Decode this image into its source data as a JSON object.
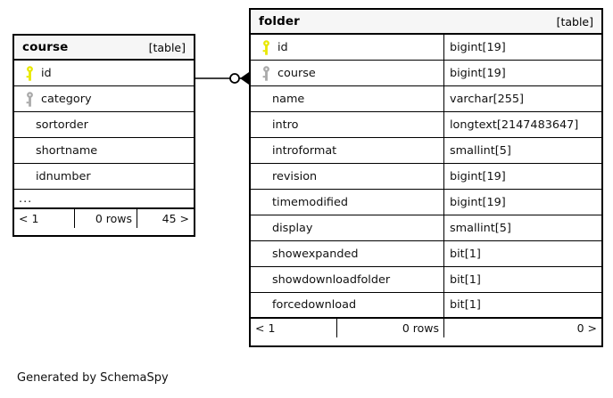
{
  "diagram": {
    "caption": "Generated by SchemaSpy",
    "colors": {
      "primary_key_icon": "#E8E800",
      "foreign_key_icon": "#AAAAAA",
      "header_background": "#F6F6F6",
      "border": "#000000",
      "background": "#FFFFFF"
    }
  },
  "tables": [
    {
      "name": "course",
      "kind": "[table]",
      "columns": [
        {
          "name": "id",
          "key": "primary",
          "key_icon": "key-icon-yellow",
          "type": ""
        },
        {
          "name": "category",
          "key": "foreign",
          "key_icon": "key-icon-gray",
          "type": ""
        },
        {
          "name": "sortorder",
          "key": "none",
          "key_icon": "",
          "type": ""
        },
        {
          "name": "shortname",
          "key": "none",
          "key_icon": "",
          "type": ""
        },
        {
          "name": "idnumber",
          "key": "none",
          "key_icon": "",
          "type": ""
        }
      ],
      "more_indicator": "...",
      "footer": {
        "prev": "< 1",
        "rows": "0 rows",
        "next": "45 >"
      }
    },
    {
      "name": "folder",
      "kind": "[table]",
      "columns": [
        {
          "name": "id",
          "key": "primary",
          "key_icon": "key-icon-yellow",
          "type": "bigint[19]"
        },
        {
          "name": "course",
          "key": "foreign",
          "key_icon": "key-icon-gray",
          "type": "bigint[19]"
        },
        {
          "name": "name",
          "key": "none",
          "key_icon": "",
          "type": "varchar[255]"
        },
        {
          "name": "intro",
          "key": "none",
          "key_icon": "",
          "type": "longtext[2147483647]"
        },
        {
          "name": "introformat",
          "key": "none",
          "key_icon": "",
          "type": "smallint[5]"
        },
        {
          "name": "revision",
          "key": "none",
          "key_icon": "",
          "type": "bigint[19]"
        },
        {
          "name": "timemodified",
          "key": "none",
          "key_icon": "",
          "type": "bigint[19]"
        },
        {
          "name": "display",
          "key": "none",
          "key_icon": "",
          "type": "smallint[5]"
        },
        {
          "name": "showexpanded",
          "key": "none",
          "key_icon": "",
          "type": "bit[1]"
        },
        {
          "name": "showdownloadfolder",
          "key": "none",
          "key_icon": "",
          "type": "bit[1]"
        },
        {
          "name": "forcedownload",
          "key": "none",
          "key_icon": "",
          "type": "bit[1]"
        }
      ],
      "footer": {
        "prev": "< 1",
        "rows": "0 rows",
        "next": "0 >"
      }
    }
  ],
  "relationship": {
    "from_table": "course",
    "from_column": "id",
    "to_table": "folder",
    "to_column": "course",
    "notation": "crows-foot",
    "source_cardinality": "zero-or-one",
    "target_cardinality": "many"
  }
}
